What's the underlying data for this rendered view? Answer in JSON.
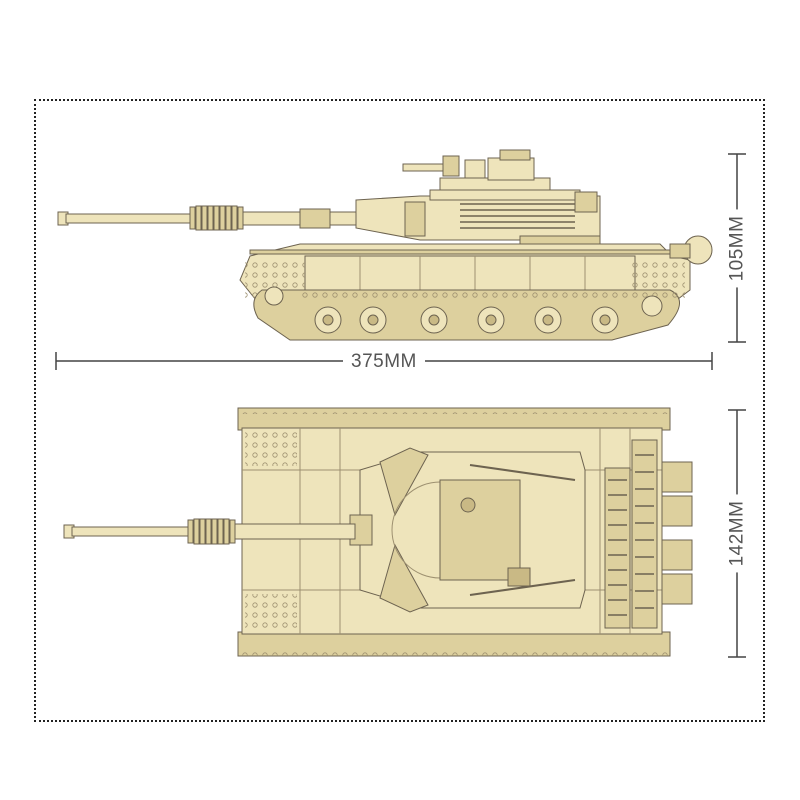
{
  "dimensions": {
    "length": "375MM",
    "height": "105MM",
    "width": "142MM"
  },
  "colors": {
    "tan_fill": "#eee4bb",
    "tan_mid": "#ddd09e",
    "tan_dark": "#c9b985",
    "outline": "#6d6350",
    "line": "#444444",
    "label": "#555555",
    "frame": "#222222"
  }
}
